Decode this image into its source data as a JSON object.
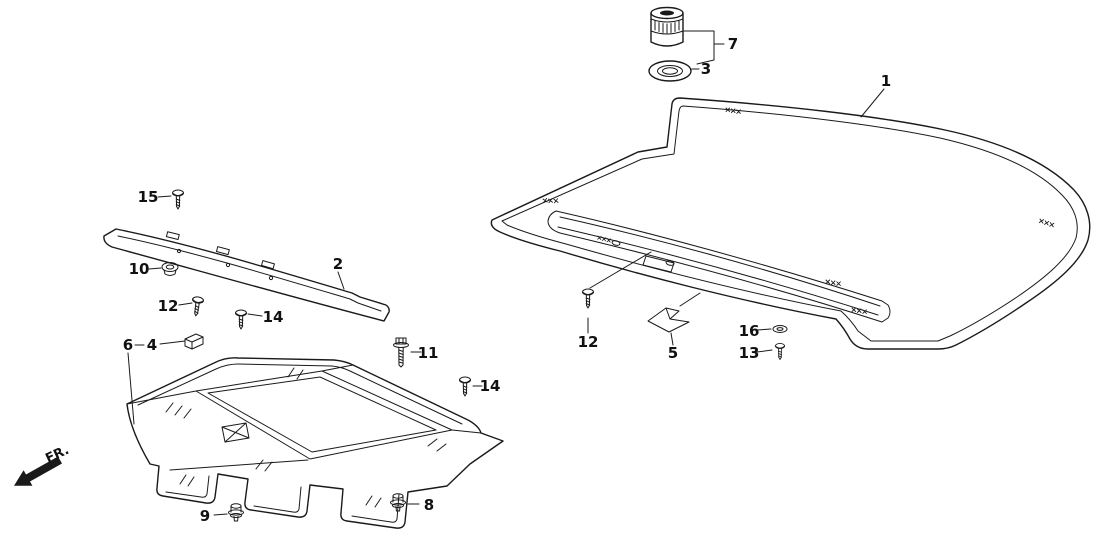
{
  "diagram": {
    "type": "exploded-parts-diagram",
    "fr_label": "FR.",
    "colors": {
      "line": "#1a1a1a",
      "background": "#ffffff"
    },
    "callouts": {
      "panel": "1",
      "strip": "2",
      "grommet_small": "3",
      "clip": "4",
      "hook": "5",
      "bracket": "6",
      "cap": "7",
      "fastener_right": "8",
      "fastener_left": "9",
      "nut": "10",
      "bolt": "11",
      "screw12_left": "12",
      "screw12_right": "12",
      "screw13": "13",
      "screw14_left": "14",
      "screw14_right": "14",
      "screw15": "15",
      "grommet16": "16"
    }
  }
}
